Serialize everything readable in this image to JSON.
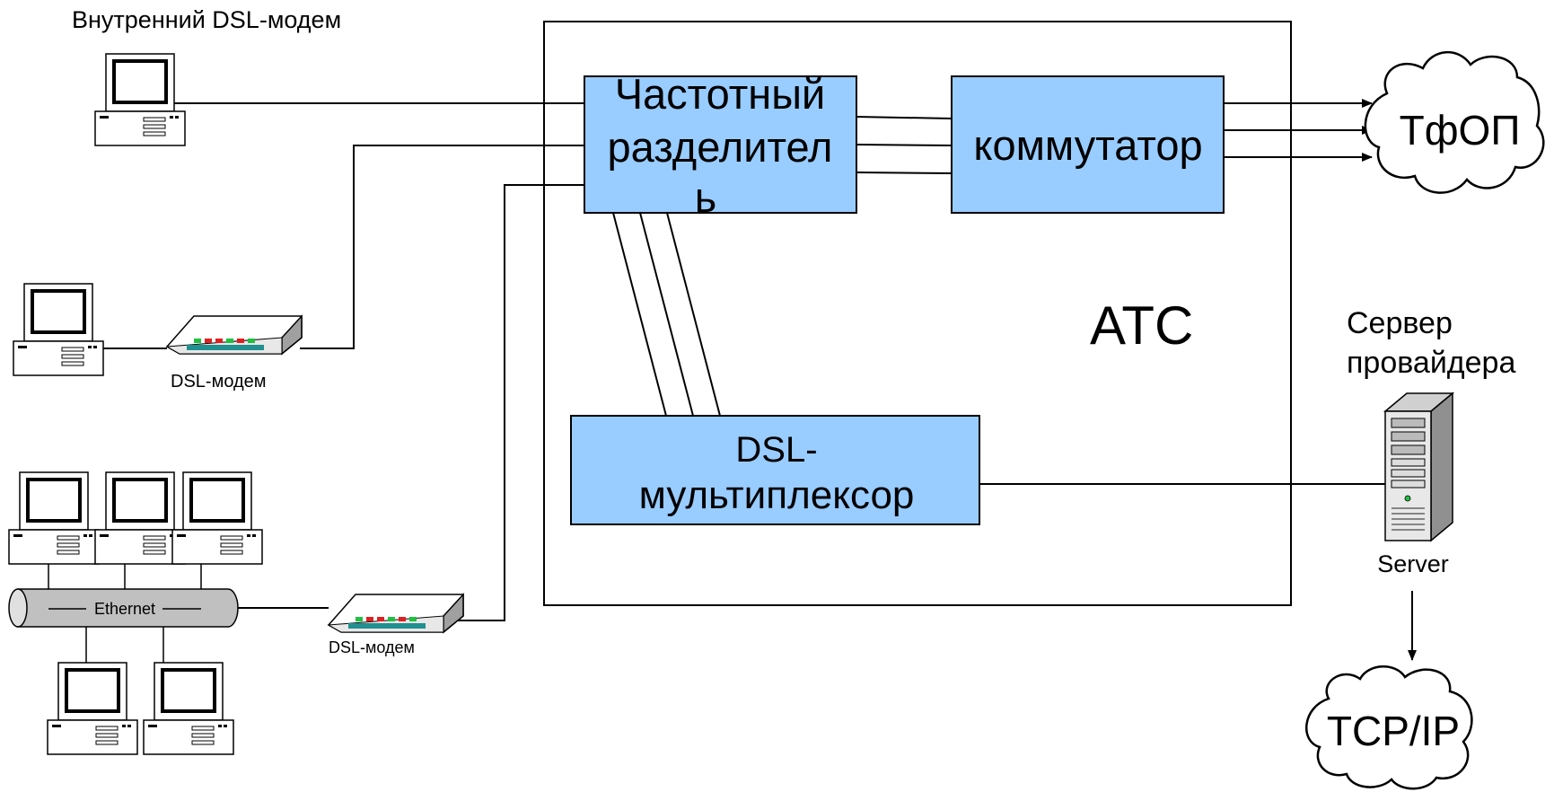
{
  "labels": {
    "internal_modem": "Внутренний DSL-модем",
    "dsl_modem_1": "DSL-модем",
    "dsl_modem_2": "DSL-модем",
    "ethernet": "Ethernet",
    "ats": "АТС",
    "server_title_line1": "Сервер",
    "server_title_line2": "провайдера",
    "server": "Server"
  },
  "blocks": {
    "splitter_line1": "Частотный",
    "splitter_line2": "разделител",
    "splitter_line3": "ь",
    "switch": "коммутатор",
    "mux_line1": "DSL-",
    "mux_line2": "мультиплексор"
  },
  "clouds": {
    "pstn": "ТфОП",
    "tcpip": "TCP/IP"
  },
  "colors": {
    "block_fill": "#99CCFF",
    "ethernet_fill": "#C0C0C0",
    "led_red": "#E02020",
    "led_green": "#20C040",
    "modem_base": "#209090"
  }
}
